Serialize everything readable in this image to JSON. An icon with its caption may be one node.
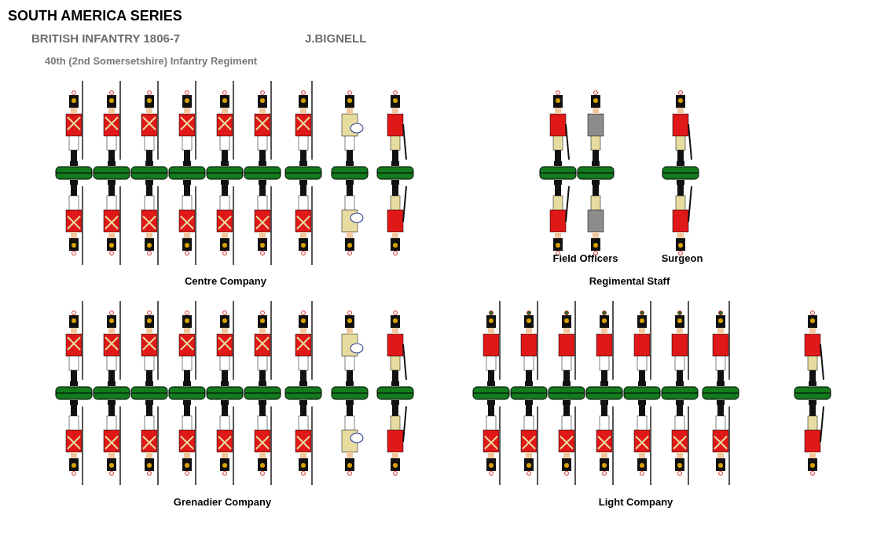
{
  "diagram": {
    "title": "SOUTH AMERICA SERIES",
    "labels": [
      "BRITISH INFANTRY 1806-7",
      "J.BIGNELL",
      "40th (2nd Somersetshire) Infantry Regiment",
      "Field Officers",
      "Surgeon",
      "Centre Company",
      "Regimental Staff",
      "Grenadier Company",
      "Light Company"
    ]
  }
}
